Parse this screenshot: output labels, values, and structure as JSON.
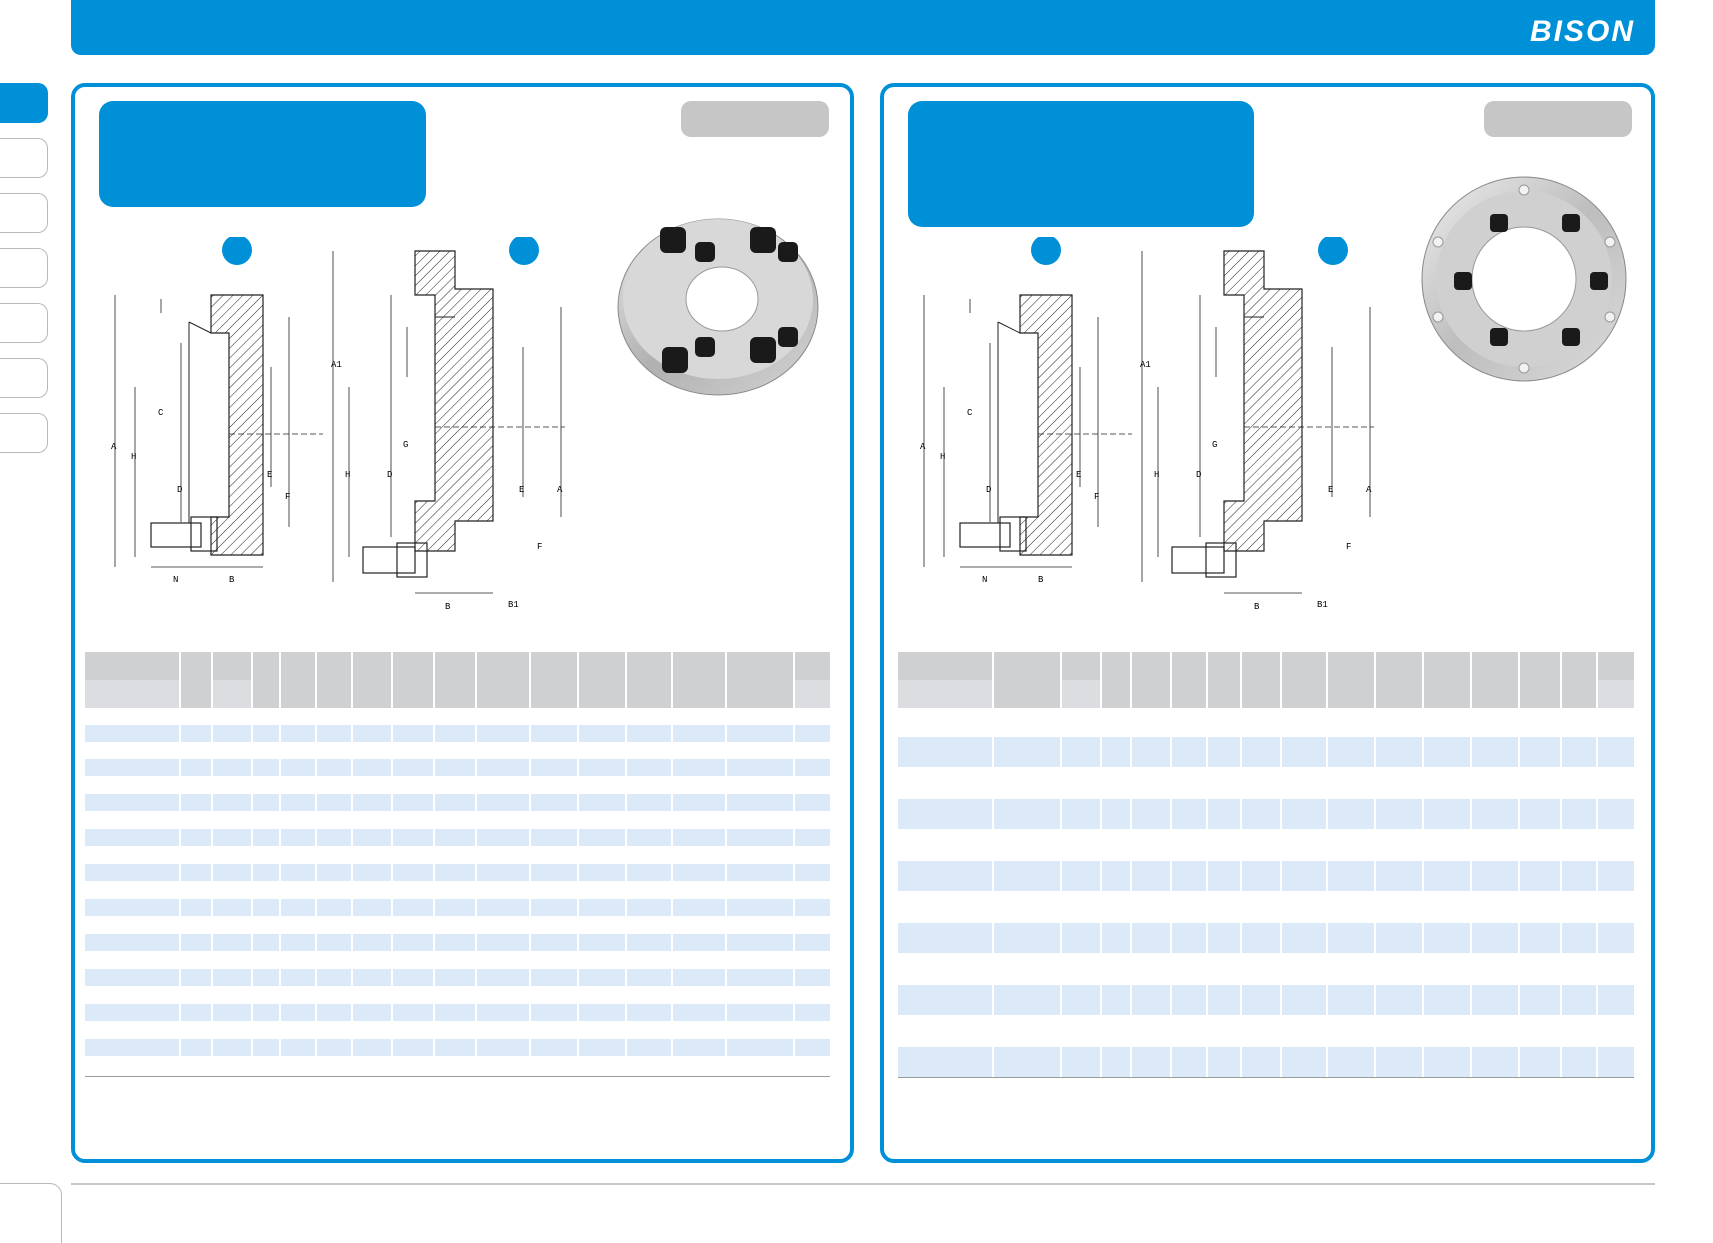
{
  "brand": {
    "logo_text": "BISON",
    "accent_color": "#0090d8",
    "gray_color": "#c6c6c6",
    "row_color": "#dce9f8"
  },
  "panels": [
    {
      "id": "left",
      "drawing_labels_a": [
        "A",
        "H",
        "C",
        "D",
        "E",
        "F",
        "N",
        "B"
      ],
      "drawing_labels_b": [
        "A1",
        "H",
        "D",
        "G",
        "E",
        "A",
        "F",
        "B",
        "B1"
      ],
      "table_rows": 10
    },
    {
      "id": "right",
      "drawing_labels_a": [
        "A",
        "H",
        "C",
        "D",
        "E",
        "F",
        "N",
        "B"
      ],
      "drawing_labels_b": [
        "A1",
        "H",
        "D",
        "G",
        "E",
        "A",
        "F",
        "B",
        "B1"
      ],
      "table_rows": 6
    }
  ]
}
